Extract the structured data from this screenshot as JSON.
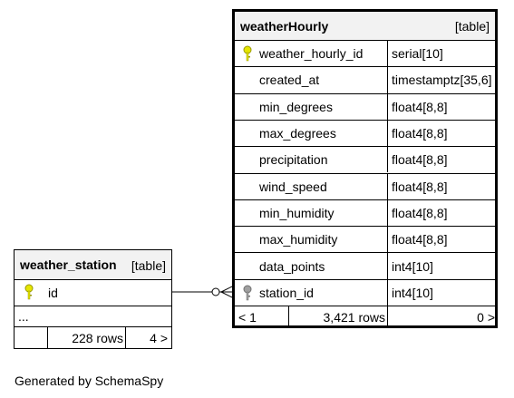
{
  "tables": {
    "weather_hourly": {
      "name": "weatherHourly",
      "kind": "[table]",
      "columns": [
        {
          "name": "weather_hourly_id",
          "type": "serial[10]",
          "key": "primary"
        },
        {
          "name": "created_at",
          "type": "timestamptz[35,6]",
          "key": "none"
        },
        {
          "name": "min_degrees",
          "type": "float4[8,8]",
          "key": "none"
        },
        {
          "name": "max_degrees",
          "type": "float4[8,8]",
          "key": "none"
        },
        {
          "name": "precipitation",
          "type": "float4[8,8]",
          "key": "none"
        },
        {
          "name": "wind_speed",
          "type": "float4[8,8]",
          "key": "none"
        },
        {
          "name": "min_humidity",
          "type": "float4[8,8]",
          "key": "none"
        },
        {
          "name": "max_humidity",
          "type": "float4[8,8]",
          "key": "none"
        },
        {
          "name": "data_points",
          "type": "int4[10]",
          "key": "none"
        },
        {
          "name": "station_id",
          "type": "int4[10]",
          "key": "foreign"
        }
      ],
      "footer": {
        "left": "< 1",
        "rows": "3,421 rows",
        "right": "0 >"
      }
    },
    "weather_station": {
      "name": "weather_station",
      "kind": "[table]",
      "columns": [
        {
          "name": "id",
          "key": "primary"
        }
      ],
      "more": "...",
      "footer": {
        "rows": "228 rows",
        "right": "4 >"
      }
    }
  },
  "colors": {
    "primary_key": "#e6e600",
    "foreign_key": "#a0a0a0",
    "header_bg": "#f2f2f2"
  },
  "caption": "Generated by SchemaSpy"
}
